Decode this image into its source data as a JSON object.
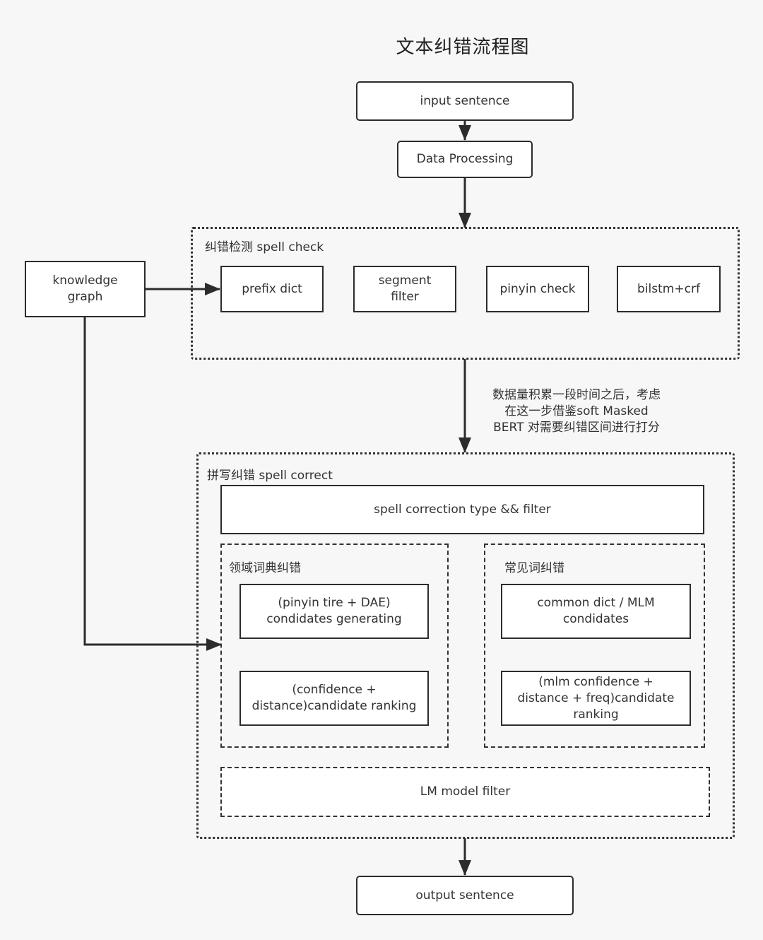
{
  "title": "文本纠错流程图",
  "nodes": {
    "input": "input sentence",
    "processing": "Data Processing",
    "knowledge_graph": "knowledge graph",
    "prefix_dict": "prefix dict",
    "segment_filter": "segment filter",
    "pinyin_check": "pinyin check",
    "bilstm_crf": "bilstm+crf",
    "correction_type": "spell correction type && filter",
    "pinyin_tire": "(pinyin tire + DAE) condidates generating",
    "confidence_ranking": "(confidence + distance)candidate ranking",
    "common_dict": "common dict / MLM condidates",
    "mlm_ranking": "(mlm confidence + distance + freq)candidate ranking",
    "lm_filter": "LM model filter",
    "output": "output sentence"
  },
  "groups": {
    "spell_check": "纠错检测 spell check",
    "spell_correct": "拼写纠错 spell correct",
    "domain_dict": "领域词典纠错",
    "common_word": "常见词纠错"
  },
  "note": "数据量积累一段时间之后，考虑在这一步借鉴soft Masked BERT 对需要纠错区间进行打分"
}
